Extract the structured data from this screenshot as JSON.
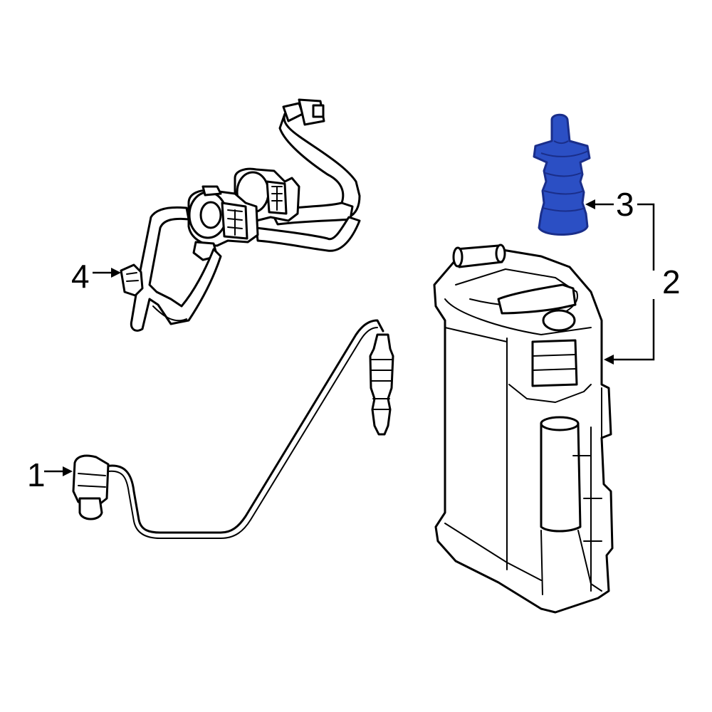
{
  "callouts": [
    {
      "label": "1",
      "part": "oxygen-sensor"
    },
    {
      "label": "2",
      "part": "vapor-canister"
    },
    {
      "label": "3",
      "part": "canister-filter"
    },
    {
      "label": "4",
      "part": "purge-valve-hose-assembly"
    }
  ],
  "colors": {
    "line": "#000000",
    "background": "#ffffff",
    "highlight_fill": "#2b4fc4",
    "highlight_stroke": "#1a2e8a"
  }
}
